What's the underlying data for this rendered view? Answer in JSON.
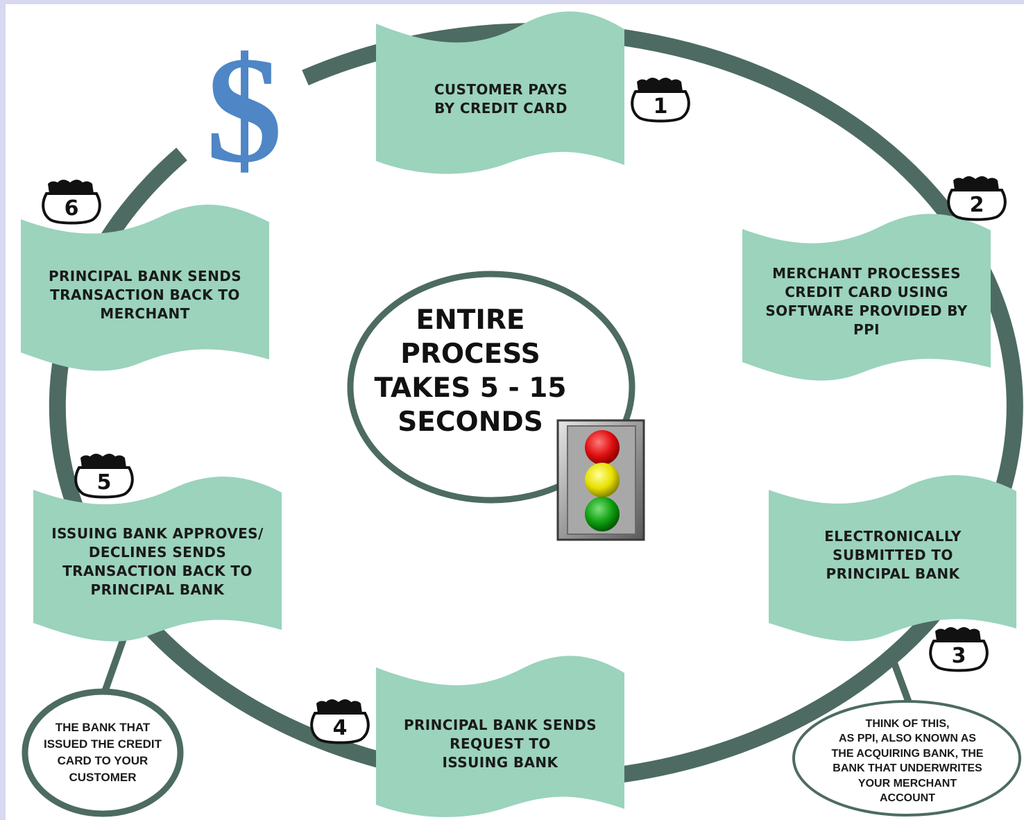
{
  "steps": [
    {
      "number": "1",
      "text": "CUSTOMER PAYS\nBY CREDIT CARD"
    },
    {
      "number": "2",
      "text": "MERCHANT PROCESSES\nCREDIT CARD USING\nSOFTWARE PROVIDED BY\nPPI"
    },
    {
      "number": "3",
      "text": "ELECTRONICALLY\nSUBMITTED TO\nPRINCIPAL BANK"
    },
    {
      "number": "4",
      "text": "PRINCIPAL BANK SENDS\nREQUEST TO\nISSUING BANK"
    },
    {
      "number": "5",
      "text": "ISSUING BANK APPROVES/\nDECLINES SENDS\nTRANSACTION BACK TO\nPRINCIPAL BANK"
    },
    {
      "number": "6",
      "text": "PRINCIPAL BANK SENDS\nTRANSACTION BACK TO\nMERCHANT"
    }
  ],
  "center": {
    "text": "ENTIRE\nPROCESS\nTAKES 5 - 15\nSECONDS"
  },
  "notes": {
    "issuing_bank": "THE BANK THAT\nISSUED THE CREDIT\nCARD TO YOUR\nCUSTOMER",
    "principal_bank": "THINK OF THIS,\nAS PPI, ALSO KNOWN AS\nTHE ACQUIRING BANK, THE\nBANK THAT UNDERWRITES\nYOUR MERCHANT\nACCOUNT"
  },
  "dollar_symbol": "$",
  "colors": {
    "ring": "#4d6b62",
    "banner_fill": "#9bd3bd",
    "dollar": "#4f86c6",
    "light_red": "#e01010",
    "light_yellow": "#e8e000",
    "light_green": "#10a010",
    "background": "#d8d8f0"
  },
  "icons": {
    "step_badge": "route-shield-icon",
    "money": "dollar-sign-icon",
    "status": "traffic-light-icon"
  }
}
